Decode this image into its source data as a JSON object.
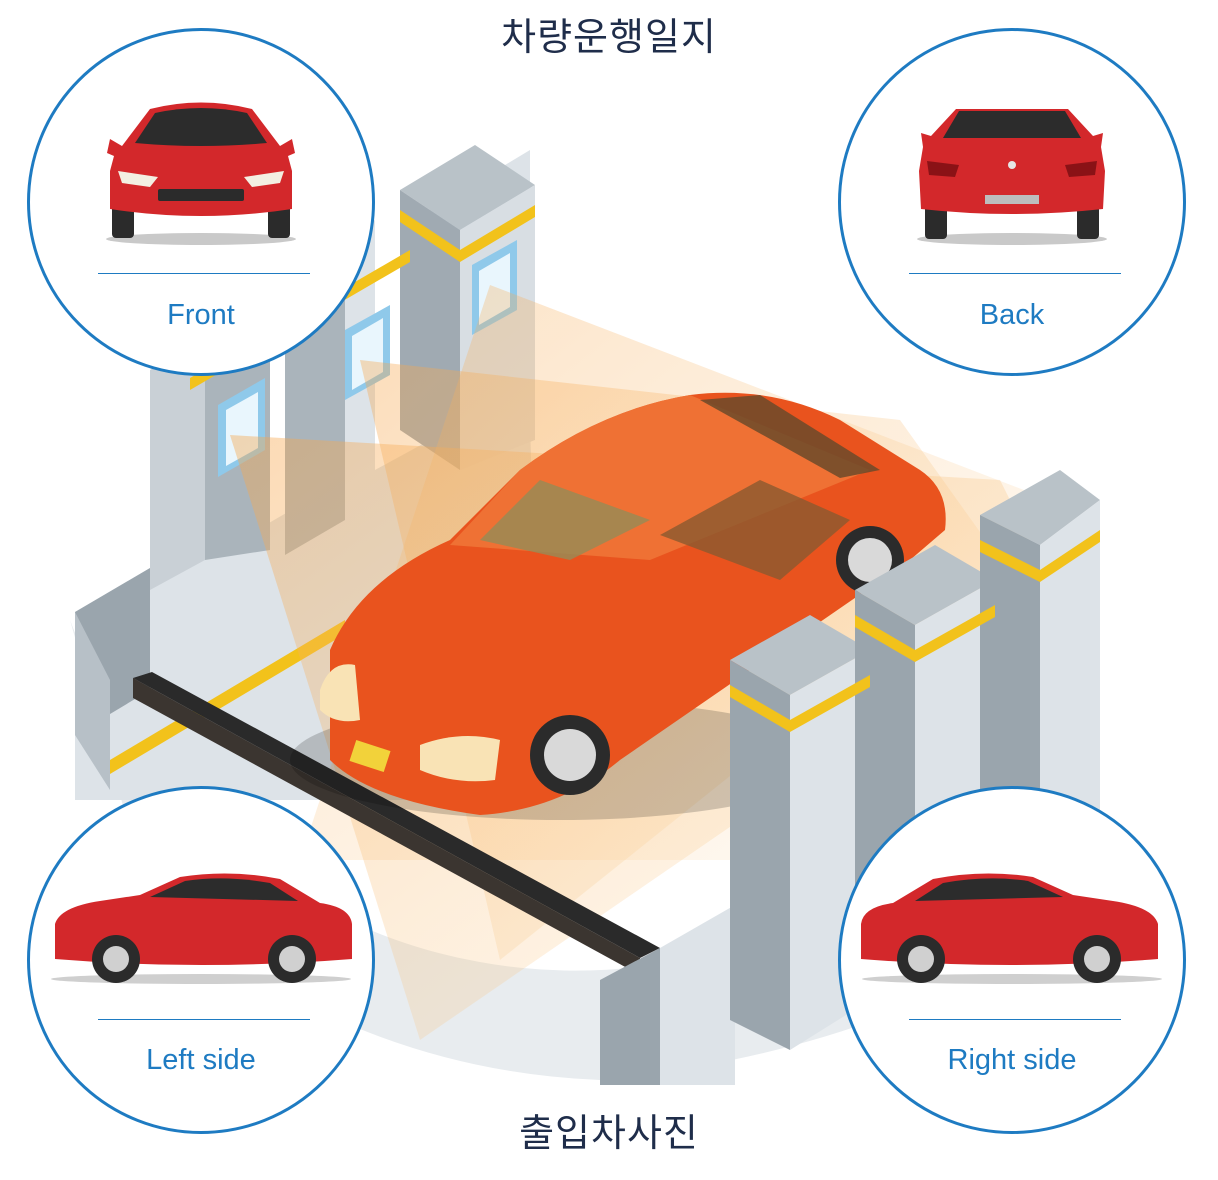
{
  "titles": {
    "top": "차량운행일지",
    "bottom": "출입차사진"
  },
  "views": {
    "front": {
      "label": "Front"
    },
    "back": {
      "label": "Back"
    },
    "left": {
      "label": "Left side"
    },
    "right": {
      "label": "Right side"
    }
  },
  "colors": {
    "accent_blue": "#1e7bc2",
    "title_navy": "#1f2d4a",
    "car_red": "#d3282b",
    "car_orange": "#e9531e",
    "wall_gray": "#9aa5ad",
    "stripe_yellow": "#f2c21b",
    "light_beam": "#f9c27a"
  },
  "icons": [
    "camera-window-icon",
    "car-front-icon",
    "car-back-icon",
    "car-left-icon",
    "car-right-icon"
  ]
}
